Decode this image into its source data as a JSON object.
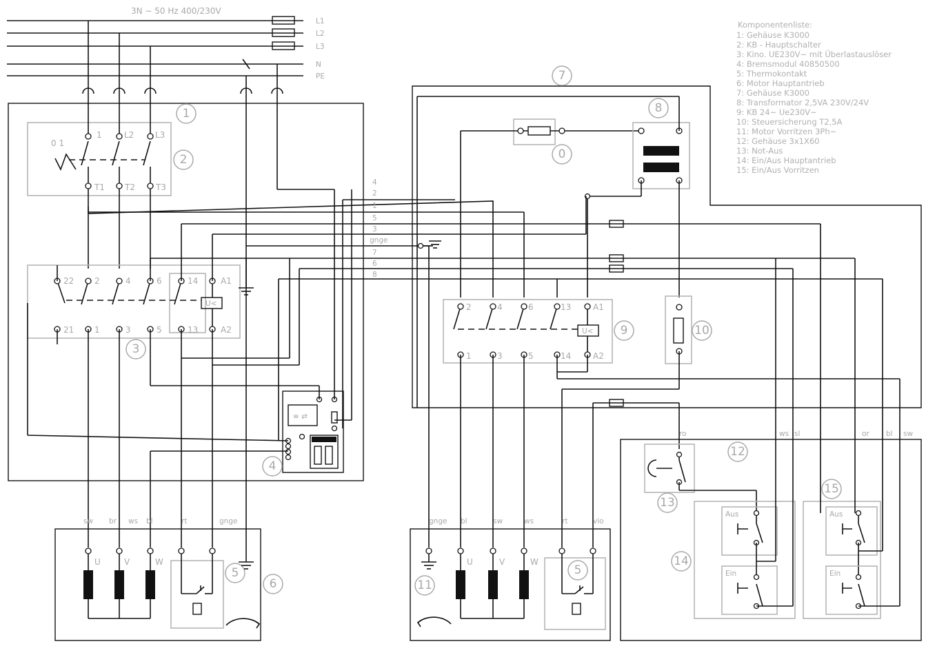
{
  "supply": {
    "label": "3N ∼ 50 Hz 400/230V",
    "fuse_label": "",
    "line_labels": [
      "L1",
      "L2",
      "L3",
      "N",
      "PE"
    ]
  },
  "legend": {
    "title": "Komponentenliste:",
    "items": [
      "1:  Gehäuse K3000",
      "2:  KB - Hauptschalter",
      "3:  Kino. UE230V~ mit Überlastauslöser",
      "4:  Bremsmodul 40850500",
      "5:  Thermokontakt",
      "6:  Motor Hauptantrieb",
      "7:  Gehäuse K3000",
      "8:  Transformator 2,5VA 230V/24V",
      "9:  KB 24~ Ue230V~",
      "10: Steuersicherung T2,5A",
      "11: Motor Vorritzen 3Ph~",
      "12: Gehäuse 3x1X60",
      "13: Not-Aus",
      "14: Ein/Aus Hauptantrieb",
      "15: Ein/Aus Vorritzen"
    ]
  },
  "components": {
    "c1": "1",
    "c2": "2",
    "c3": "3",
    "c4": "4",
    "c5a": "5",
    "c5b": "5",
    "c6": "6",
    "c7": "7",
    "c8": "8",
    "c9": "9",
    "c0": "0",
    "c10": "10",
    "c11": "11",
    "c12": "12",
    "c13": "13",
    "c14": "14",
    "c15": "15"
  },
  "main_switch": {
    "top_terminals": [
      "1",
      "L2",
      "L3"
    ],
    "bottom_terminals": [
      "T1",
      "T2",
      "T3"
    ],
    "pos_label": "0 1"
  },
  "contactor_main": {
    "top_terminals": [
      "22",
      "2",
      "4",
      "6",
      "14",
      "A1"
    ],
    "bottom_terminals": [
      "21",
      "1",
      "3",
      "5",
      "13",
      "A2"
    ],
    "coil_label": "U<"
  },
  "contactor_pre": {
    "top_terminals": [
      "2",
      "4",
      "6",
      "13",
      "A1"
    ],
    "bottom_terminals": [
      "1",
      "3",
      "5",
      "14",
      "A2"
    ],
    "coil_label": "U<"
  },
  "brake_module": {
    "symbol": "≡ ⇄"
  },
  "cable_core_labels": [
    "4",
    "2",
    "1",
    "5",
    "3",
    "gnge",
    "7",
    "6",
    "8"
  ],
  "motor_main": {
    "wire_labels": [
      "sw",
      "br",
      "ws",
      "bl",
      "rt",
      "gnge"
    ],
    "terminals": [
      "U",
      "V",
      "W"
    ]
  },
  "motor_pre": {
    "wire_labels": [
      "gnge",
      "bl",
      "sw",
      "ws",
      "rt",
      "vio"
    ],
    "terminals": [
      "U",
      "V",
      "W"
    ]
  },
  "switch_panel": {
    "wire_labels": [
      "ro",
      "ws",
      "sl",
      "or",
      "bl",
      "sw"
    ],
    "labels": {
      "aus": "Aus",
      "ein": "Ein"
    }
  },
  "colors": {
    "wire": "#111111",
    "box": "#b5b5b5",
    "label": "#a8a8a8"
  }
}
